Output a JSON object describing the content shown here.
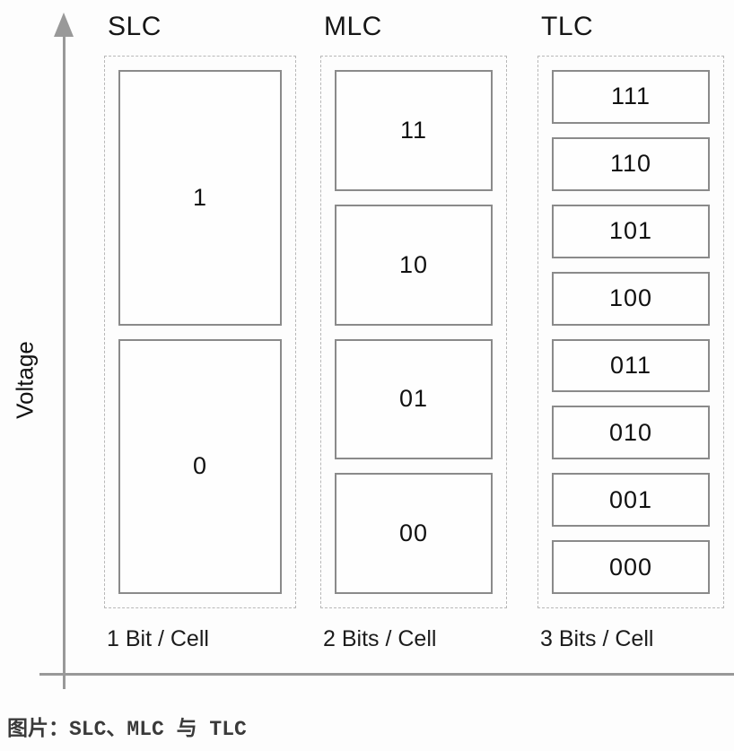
{
  "figure": {
    "y_axis_label": "Voltage",
    "caption": "图片：SLC、MLC 与 TLC"
  },
  "columns": [
    {
      "title": "SLC",
      "bits_label": "1 Bit / Cell",
      "cells": [
        "1",
        "0"
      ]
    },
    {
      "title": "MLC",
      "bits_label": "2 Bits / Cell",
      "cells": [
        "11",
        "10",
        "01",
        "00"
      ]
    },
    {
      "title": "TLC",
      "bits_label": "3 Bits / Cell",
      "cells": [
        "111",
        "110",
        "101",
        "100",
        "011",
        "010",
        "001",
        "000"
      ]
    }
  ],
  "colors": {
    "background": "#fdfdfd",
    "axis": "#999999",
    "cell_border": "#8a8a8a",
    "group_border_dashed": "#b8b8b8",
    "text": "#1c1c1c",
    "caption_text": "#3a3a3a"
  }
}
